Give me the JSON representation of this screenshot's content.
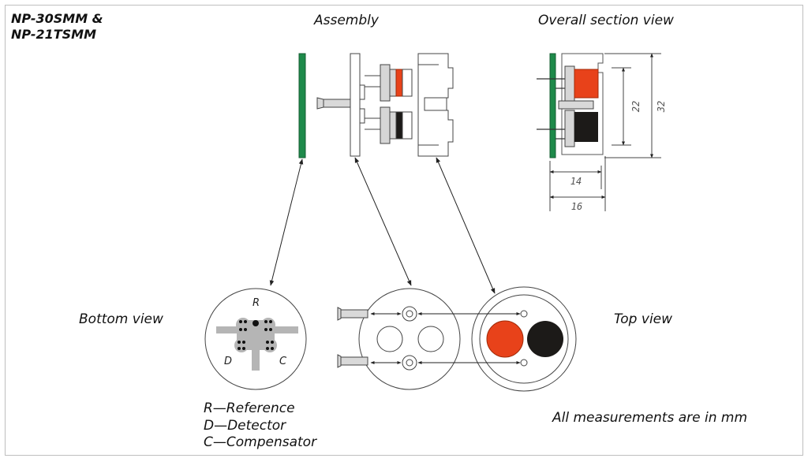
{
  "title": {
    "line1": "NP-30SMM &",
    "line2": "NP-21TSMM"
  },
  "headings": {
    "assembly": "Assembly",
    "section": "Overall section view",
    "bottom": "Bottom view",
    "top": "Top view"
  },
  "legend": {
    "r": "R—Reference",
    "d": "D—Detector",
    "c": "C—Compensator"
  },
  "pin_labels": {
    "r": "R",
    "d": "D",
    "c": "C"
  },
  "dimensions": {
    "d22": "22",
    "d32": "32",
    "d14": "14",
    "d16": "16"
  },
  "note": "All measurements are in mm",
  "colors": {
    "pcb_green": "#1e8a4a",
    "reference_red": "#e8421a",
    "detector_black": "#1c1a18",
    "part_gray": "#cfcfcf"
  }
}
